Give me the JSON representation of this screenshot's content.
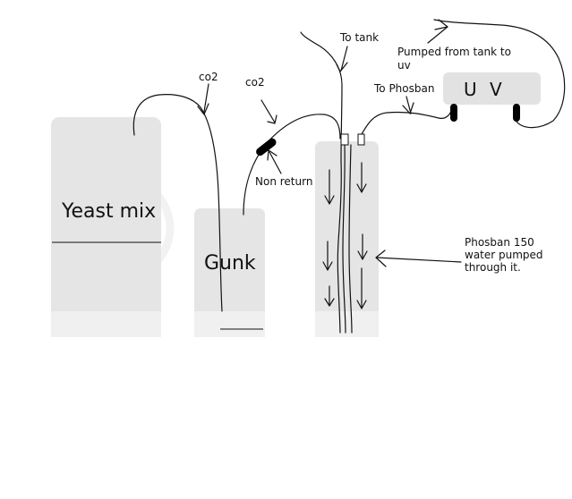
{
  "containers": {
    "yeast": {
      "label": "Yeast mix"
    },
    "gunk": {
      "label": "Gunk"
    },
    "uv": {
      "label": "U V"
    }
  },
  "labels": {
    "co2_left": "co2",
    "co2_right": "co2",
    "non_return": "Non return",
    "to_tank": "To tank",
    "pumped_line1": "Pumped from tank to",
    "pumped_line2": "uv",
    "to_phosban": "To Phosban",
    "phosban_line1": "Phosban 150",
    "phosban_line2": "water pumped",
    "phosban_line3": "through it."
  },
  "colors": {
    "background": "#ffffff",
    "container_fill": "#e5e5e5",
    "container_bottom": "#f0f0f0",
    "ink": "#111111",
    "valve": "#000000"
  }
}
